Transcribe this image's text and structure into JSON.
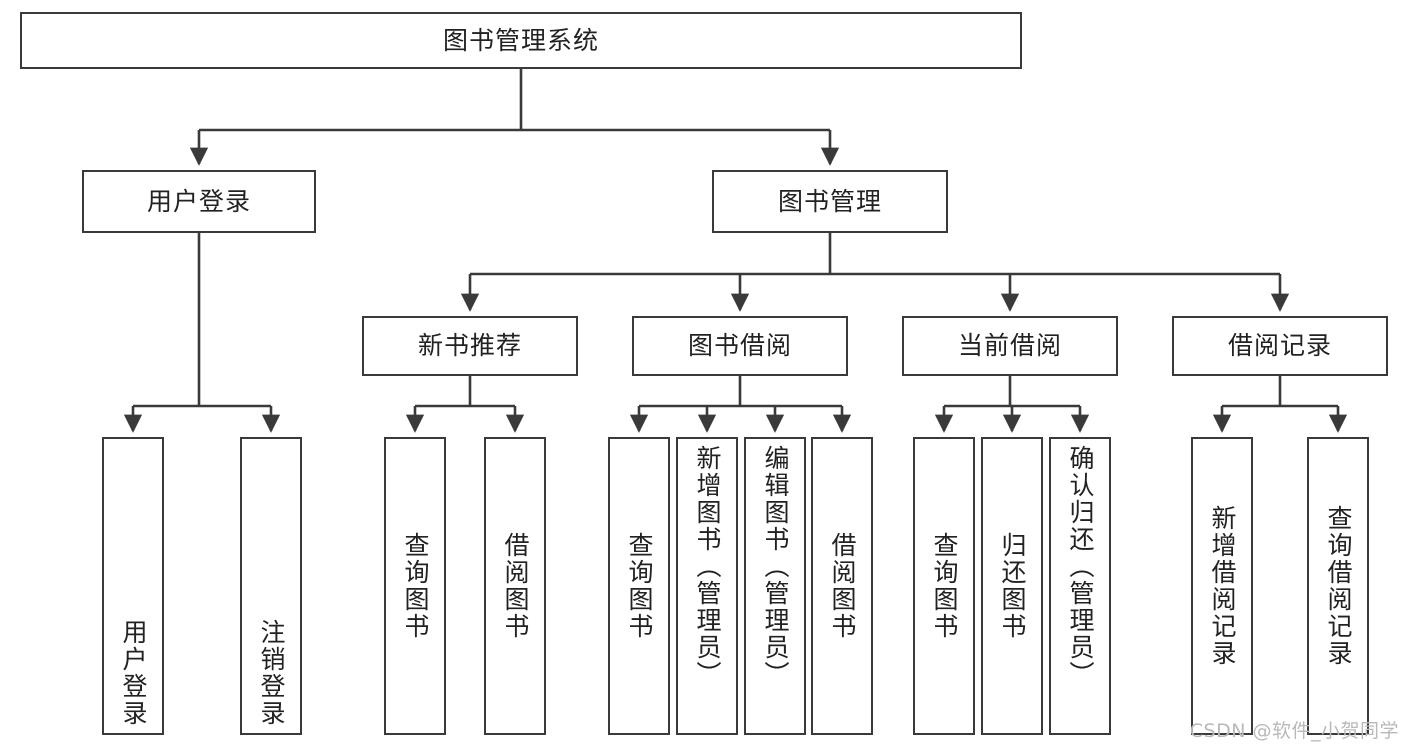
{
  "diagram": {
    "title": "图书管理系统",
    "type": "tree-hierarchy-chart",
    "root": {
      "id": "root",
      "label": "图书管理系统"
    },
    "level2": [
      {
        "id": "user-login",
        "label": "用户登录"
      },
      {
        "id": "book-manage",
        "label": "图书管理"
      }
    ],
    "level3": [
      {
        "id": "new-book-recommend",
        "label": "新书推荐",
        "parent": "book-manage"
      },
      {
        "id": "book-borrow",
        "label": "图书借阅",
        "parent": "book-manage"
      },
      {
        "id": "current-borrow",
        "label": "当前借阅",
        "parent": "book-manage"
      },
      {
        "id": "borrow-record",
        "label": "借阅记录",
        "parent": "book-manage"
      }
    ],
    "leaves": [
      {
        "id": "leaf-user-login",
        "label": "用户登录",
        "parent": "user-login"
      },
      {
        "id": "leaf-logout-login",
        "label": "注销登录",
        "parent": "user-login"
      },
      {
        "id": "leaf-query-book-1",
        "label": "查询图书",
        "parent": "new-book-recommend"
      },
      {
        "id": "leaf-borrow-book-1",
        "label": "借阅图书",
        "parent": "new-book-recommend"
      },
      {
        "id": "leaf-query-book-2",
        "label": "查询图书",
        "parent": "book-borrow"
      },
      {
        "id": "leaf-add-book",
        "label": "新增图书（管理员）",
        "parent": "book-borrow"
      },
      {
        "id": "leaf-edit-book",
        "label": "编辑图书（管理员）",
        "parent": "book-borrow"
      },
      {
        "id": "leaf-borrow-book-2",
        "label": "借阅图书",
        "parent": "book-borrow"
      },
      {
        "id": "leaf-query-book-3",
        "label": "查询图书",
        "parent": "current-borrow"
      },
      {
        "id": "leaf-return-book",
        "label": "归还图书",
        "parent": "current-borrow"
      },
      {
        "id": "leaf-confirm-return",
        "label": "确认归还（管理员）",
        "parent": "current-borrow"
      },
      {
        "id": "leaf-add-record",
        "label": "新增借阅记录",
        "parent": "borrow-record"
      },
      {
        "id": "leaf-query-record",
        "label": "查询借阅记录",
        "parent": "borrow-record"
      }
    ]
  },
  "watermark": {
    "text": "CSDN @软件_小贺同学"
  },
  "colors": {
    "box_border": "#3a3a3a",
    "box_fill": "#ffffff",
    "connector": "#3a3a3a",
    "text": "#222222",
    "watermark": "#b9b9b9",
    "background": "#ffffff"
  }
}
